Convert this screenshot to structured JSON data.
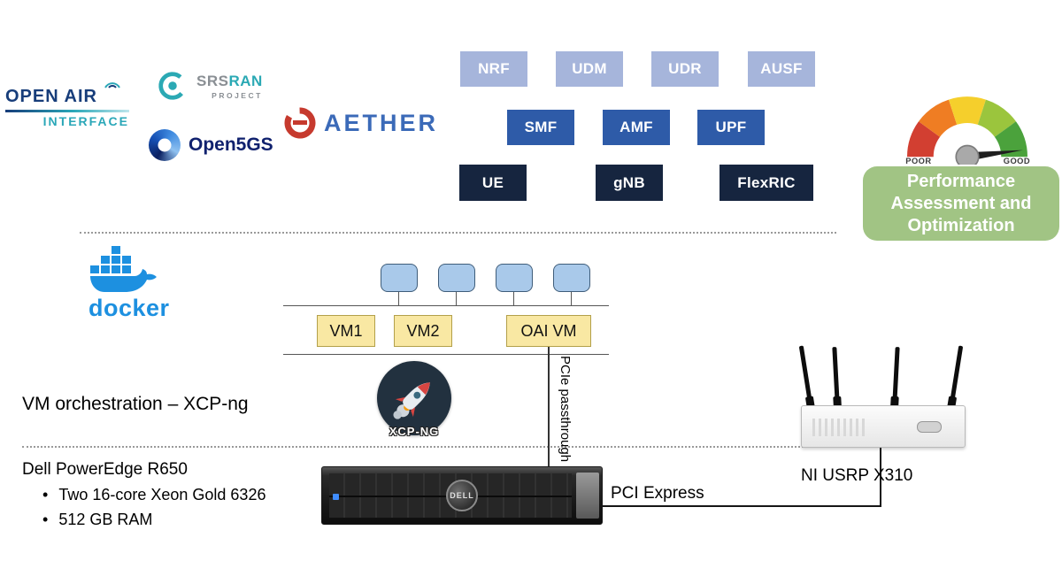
{
  "logos": {
    "openair_line1": "OPEN AIR",
    "openair_line2": "INTERFACE",
    "srsran_part1": "SRS",
    "srsran_part2": "RAN",
    "srsran_sub": "PROJECT",
    "open5gs": "Open5GS",
    "aether": "AETHER",
    "docker": "docker",
    "xcpng_label": "XCP-NG"
  },
  "nf": {
    "row1": [
      "NRF",
      "UDM",
      "UDR",
      "AUSF"
    ],
    "row2": [
      "SMF",
      "AMF",
      "UPF"
    ],
    "row3": [
      "UE",
      "gNB",
      "FlexRIC"
    ]
  },
  "gauge": {
    "poor": "POOR",
    "good": "GOOD"
  },
  "performance_label": "Performance Assessment and Optimization",
  "vm_layer": {
    "vm1": "VM1",
    "vm2": "VM2",
    "oai_vm": "OAI VM",
    "pcie_passthrough": "PCIe passthrough",
    "orchestration": "VM orchestration – XCP-ng"
  },
  "hardware": {
    "server_title": "Dell PowerEdge R650",
    "server_bullets": [
      "Two 16-core Xeon Gold 6326",
      "512 GB RAM"
    ],
    "dell_badge": "DELL",
    "pci_express": "PCI Express",
    "usrp_label": "NI USRP X310"
  },
  "colors": {
    "nf_row1": "#a6b5db",
    "nf_row2": "#2e5ba8",
    "nf_row3": "#16253f",
    "vm_box_bg": "#f9e8a3",
    "vm_box_border": "#b3a04a",
    "container_bg": "#a9c9ea",
    "container_border": "#3f5d7a",
    "performance_green": "#a1c484",
    "docker_blue": "#1d90e0",
    "aether_blue": "#3b6ab8",
    "aether_red": "#c63a2e",
    "srsran_teal": "#2ba9b4",
    "open5gs_navy": "#10216e",
    "oai_navy": "#173d7a",
    "oai_teal": "#2aa7b8"
  }
}
